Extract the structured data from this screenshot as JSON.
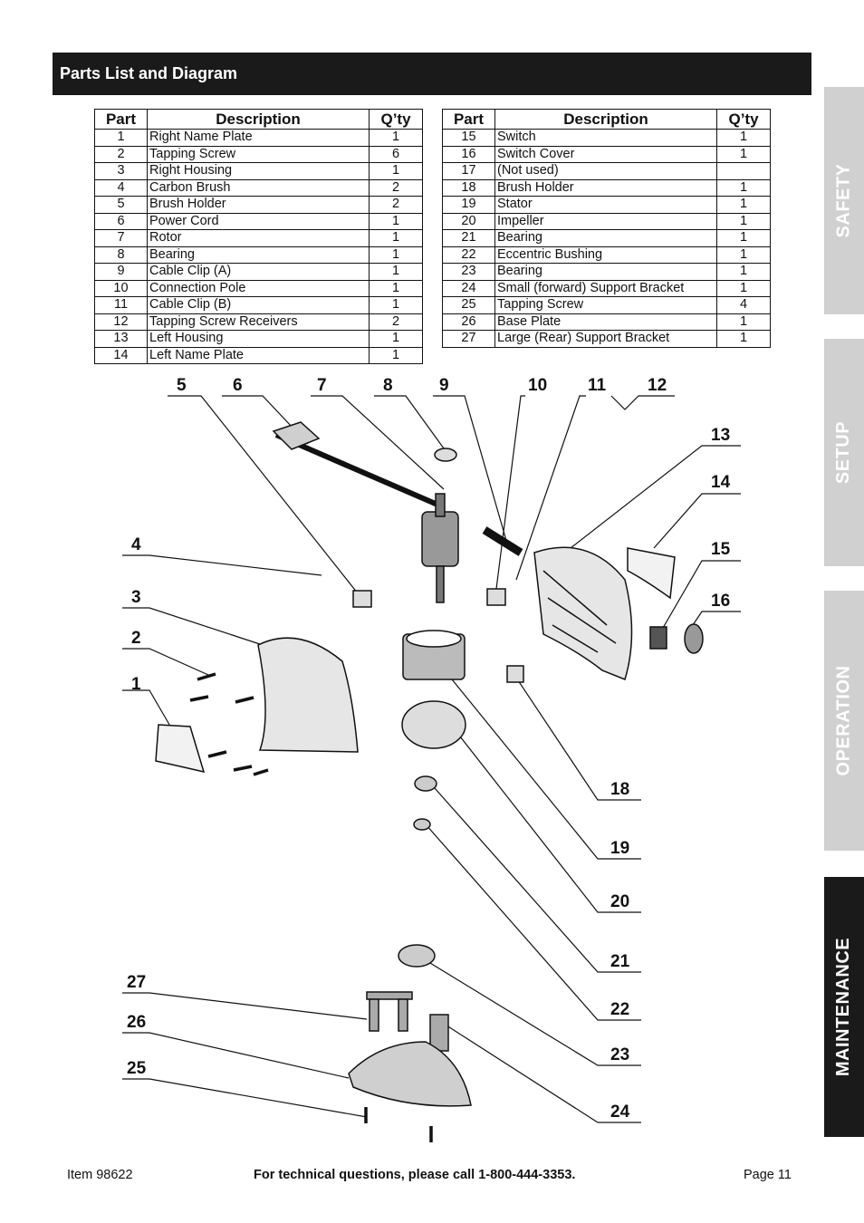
{
  "header": {
    "title": "Parts List and Diagram"
  },
  "side_tabs": [
    {
      "label": "SAFETY",
      "active": false
    },
    {
      "label": "SETUP",
      "active": false
    },
    {
      "label": "OPERATION",
      "active": false
    },
    {
      "label": "MAINTENANCE",
      "active": true
    }
  ],
  "table_headers": {
    "part": "Part",
    "description": "Description",
    "qty": "Q’ty"
  },
  "parts_left": [
    {
      "part": "1",
      "description": " Right Name Plate",
      "qty": "1"
    },
    {
      "part": "2",
      "description": "Tapping Screw",
      "qty": "6"
    },
    {
      "part": "3",
      "description": "Right Housing",
      "qty": "1"
    },
    {
      "part": "4",
      "description": "Carbon Brush",
      "qty": "2"
    },
    {
      "part": "5",
      "description": "Brush Holder",
      "qty": "2"
    },
    {
      "part": "6",
      "description": "Power Cord",
      "qty": "1"
    },
    {
      "part": "7",
      "description": "Rotor",
      "qty": "1"
    },
    {
      "part": "8",
      "description": "Bearing",
      "qty": "1"
    },
    {
      "part": "9",
      "description": "Cable Clip (A)",
      "qty": "1"
    },
    {
      "part": "10",
      "description": "Connection Pole",
      "qty": "1"
    },
    {
      "part": "11",
      "description": "Cable Clip (B)",
      "qty": "1"
    },
    {
      "part": "12",
      "description": "Tapping Screw Receivers",
      "qty": "2"
    },
    {
      "part": "13",
      "description": "Left Housing",
      "qty": "1"
    },
    {
      "part": "14",
      "description": "Left Name Plate",
      "qty": "1"
    }
  ],
  "parts_right": [
    {
      "part": "15",
      "description": "Switch",
      "qty": "1"
    },
    {
      "part": "16",
      "description": "Switch Cover",
      "qty": "1"
    },
    {
      "part": "17",
      "description": "(Not used)",
      "qty": ""
    },
    {
      "part": "18",
      "description": "Brush Holder",
      "qty": "1"
    },
    {
      "part": "19",
      "description": "Stator",
      "qty": "1"
    },
    {
      "part": "20",
      "description": "Impeller",
      "qty": "1"
    },
    {
      "part": "21",
      "description": "Bearing",
      "qty": "1"
    },
    {
      "part": "22",
      "description": "Eccentric Bushing",
      "qty": "1"
    },
    {
      "part": "23",
      "description": "Bearing",
      "qty": "1"
    },
    {
      "part": "24",
      "description": "Small (forward) Support Bracket",
      "qty": "1"
    },
    {
      "part": "25",
      "description": "Tapping Screw",
      "qty": "4"
    },
    {
      "part": "26",
      "description": "Base Plate",
      "qty": "1"
    },
    {
      "part": "27",
      "description": "Large (Rear) Support Bracket",
      "qty": "1"
    }
  ],
  "callouts": [
    "1",
    "2",
    "3",
    "4",
    "5",
    "6",
    "7",
    "8",
    "9",
    "10",
    "11",
    "12",
    "13",
    "14",
    "15",
    "16",
    "18",
    "19",
    "20",
    "21",
    "22",
    "23",
    "24",
    "25",
    "26",
    "27"
  ],
  "footer": {
    "item": "Item 98622",
    "center": "For technical questions, please call 1-800-444-3353.",
    "page": "Page 11"
  }
}
